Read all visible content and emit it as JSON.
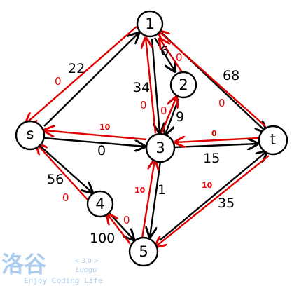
{
  "graph": {
    "nodes": [
      {
        "id": "1",
        "label": "1"
      },
      {
        "id": "2",
        "label": "2"
      },
      {
        "id": "s",
        "label": "s"
      },
      {
        "id": "3",
        "label": "3"
      },
      {
        "id": "t",
        "label": "t"
      },
      {
        "id": "4",
        "label": "4"
      },
      {
        "id": "5",
        "label": "5"
      }
    ],
    "edges": [
      {
        "from": "s",
        "to": "1",
        "capacity": "22"
      },
      {
        "from": "1",
        "to": "2",
        "capacity": "6"
      },
      {
        "from": "1",
        "to": "t",
        "capacity": "68"
      },
      {
        "from": "1",
        "to": "3",
        "capacity": "34"
      },
      {
        "from": "2",
        "to": "3",
        "capacity": "9"
      },
      {
        "from": "s",
        "to": "3",
        "capacity": "0"
      },
      {
        "from": "3",
        "to": "t",
        "capacity": "15"
      },
      {
        "from": "s",
        "to": "4",
        "capacity": "56"
      },
      {
        "from": "3",
        "to": "5",
        "capacity": "1"
      },
      {
        "from": "5",
        "to": "t",
        "capacity": "35"
      },
      {
        "from": "4",
        "to": "5",
        "capacity": "100"
      }
    ],
    "residual_edges": [
      {
        "from": "1",
        "to": "s",
        "flow": "0"
      },
      {
        "from": "2",
        "to": "1",
        "flow": "0"
      },
      {
        "from": "t",
        "to": "1",
        "flow": "0"
      },
      {
        "from": "3",
        "to": "1",
        "flow": "0"
      },
      {
        "from": "3",
        "to": "2",
        "flow": "0"
      },
      {
        "from": "3",
        "to": "s",
        "flow": "10"
      },
      {
        "from": "t",
        "to": "3",
        "flow": "0"
      },
      {
        "from": "4",
        "to": "s",
        "flow": "0"
      },
      {
        "from": "5",
        "to": "3",
        "flow": "10"
      },
      {
        "from": "t",
        "to": "5",
        "flow": "10"
      },
      {
        "from": "5",
        "to": "4",
        "flow": "0"
      }
    ]
  },
  "watermark": {
    "logo": "洛谷",
    "version": "< 3.0 >",
    "name": "Luogu",
    "slogan": "Enjoy Coding Life"
  }
}
